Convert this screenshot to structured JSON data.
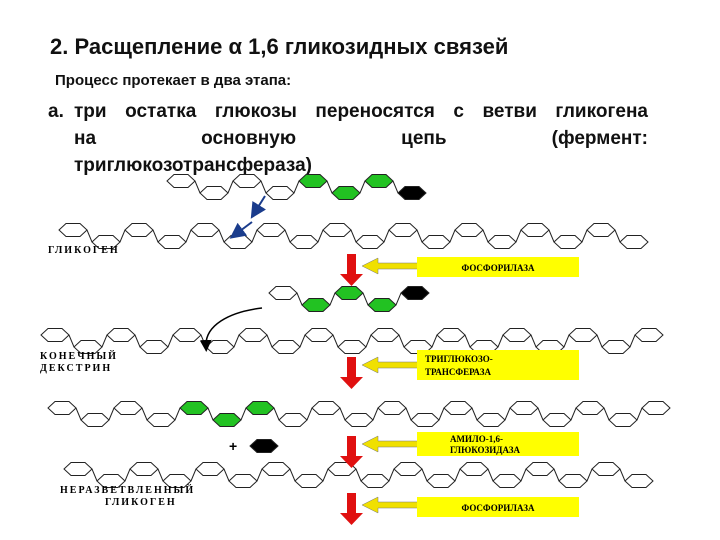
{
  "slide": {
    "title": "2. Расщепление α 1,6 гликозидных связей",
    "subtitle": "Процесс протекает в два этапа:",
    "step": {
      "letter": "а.",
      "line1": "три остатка глюкозы переносятся с ветви гликогена",
      "line2": "на основную цепь (фермент:",
      "line3": "триглюкозотрансфераза)"
    }
  },
  "diagram": {
    "labels": {
      "glycogen": "ГЛИКОГЕН",
      "limit_dextrin_1": "КОНЕЧНЫЙ",
      "limit_dextrin_2": "ДЕКСТРИН",
      "unbranched_1": "НЕРАЗВЕТВЛЕННЫЙ",
      "unbranched_2": "ГЛИКОГЕН"
    },
    "enzymes": {
      "phosphorylase_1": "ФОСФОРИЛАЗА",
      "transferase_1": "ТРИГЛЮКОЗО-",
      "transferase_2": "ТРАНСФЕРАЗА",
      "amylo_1": "АМИЛО-1,6-",
      "amylo_2": "ГЛЮКОЗИДАЗА",
      "phosphorylase_2": "ФОСФОРИЛАЗА"
    },
    "plus_sign": "+",
    "colors": {
      "green": "#22c222",
      "black": "#000000",
      "enzyme_box": "#ffff00",
      "arrow_red": "#e01010",
      "arrow_yellow": "#f0e000"
    }
  }
}
